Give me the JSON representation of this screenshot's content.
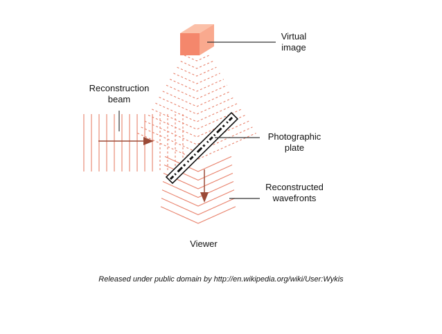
{
  "labels": {
    "virtual_image": "Virtual\nimage",
    "reconstruction_beam": "Reconstruction\nbeam",
    "photographic_plate": "Photographic\nplate",
    "reconstructed_wavefronts": "Reconstructed\nwavefronts",
    "viewer": "Viewer"
  },
  "credit": "Released under public domain by http://en.wikipedia.org/wiki/User:Wykis",
  "colors": {
    "wave": "#e8806a",
    "cube_front": "#f4876c",
    "cube_top": "#fbc0a8",
    "cube_side": "#f9a98e",
    "arrow": "#9b4a37",
    "leader": "#333333"
  }
}
